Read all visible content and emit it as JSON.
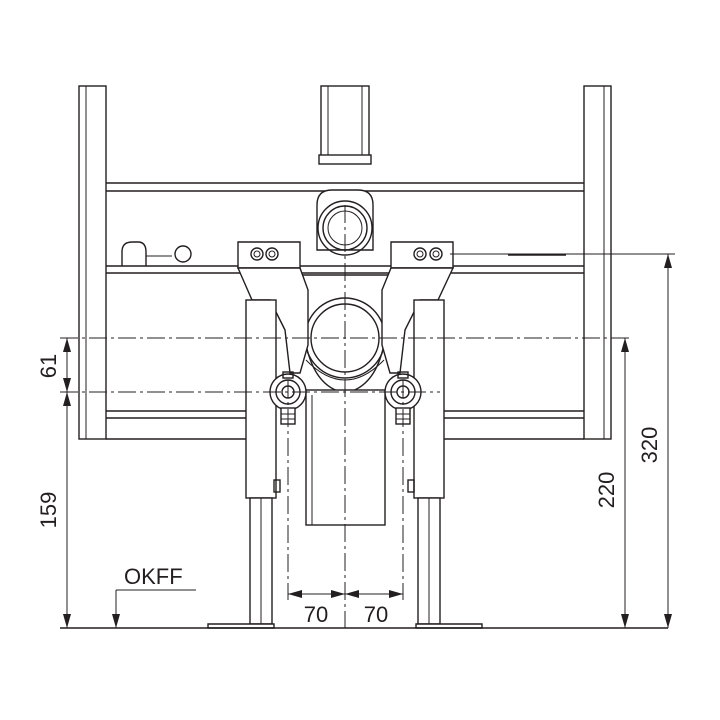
{
  "dimensions": {
    "d61": "61",
    "d159": "159",
    "d220": "220",
    "d320": "320",
    "d70_left": "70",
    "d70_right": "70"
  },
  "labels": {
    "floor_level": "OKFF"
  }
}
